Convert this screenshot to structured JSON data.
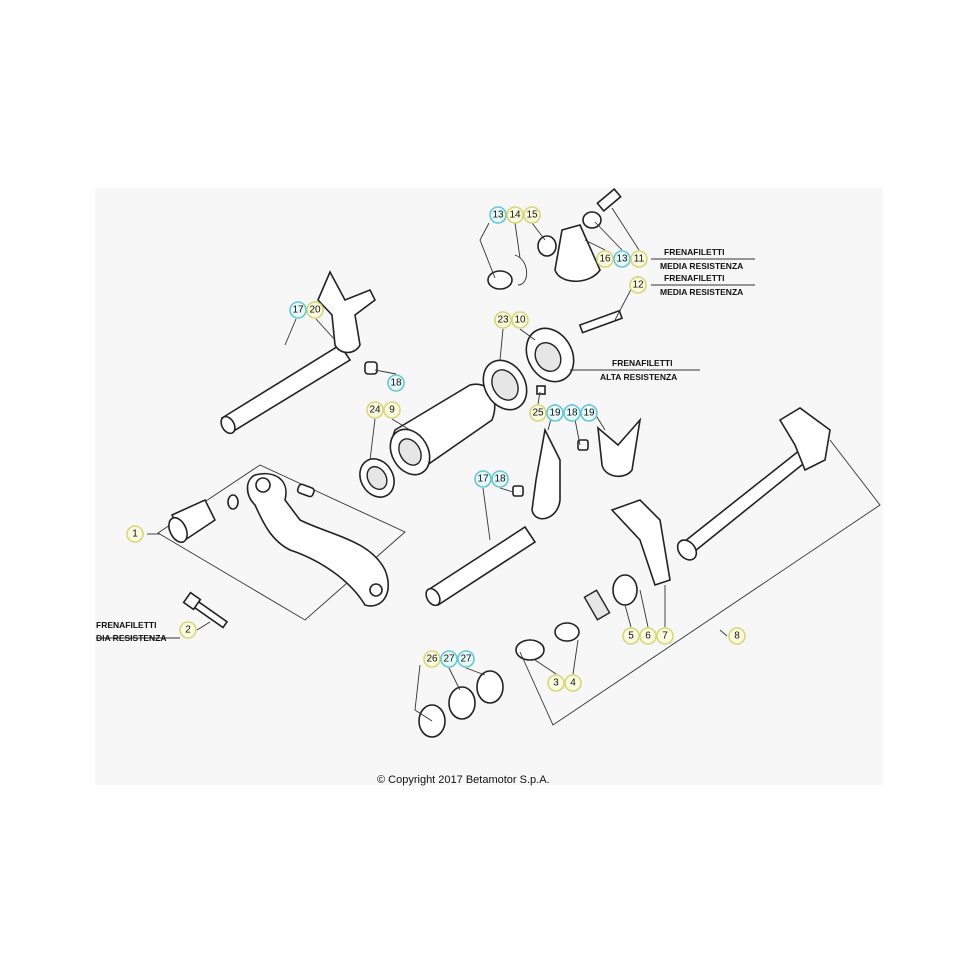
{
  "diagram": {
    "callouts": [
      {
        "number": "13",
        "color": "cyan"
      },
      {
        "number": "14",
        "color": "yellow"
      },
      {
        "number": "15",
        "color": "yellow"
      },
      {
        "number": "16",
        "color": "yellow"
      },
      {
        "number": "13",
        "color": "cyan"
      },
      {
        "number": "11",
        "color": "yellow"
      },
      {
        "number": "12",
        "color": "yellow"
      },
      {
        "number": "17",
        "color": "cyan"
      },
      {
        "number": "20",
        "color": "yellow"
      },
      {
        "number": "23",
        "color": "yellow"
      },
      {
        "number": "10",
        "color": "yellow"
      },
      {
        "number": "18",
        "color": "cyan"
      },
      {
        "number": "24",
        "color": "yellow"
      },
      {
        "number": "9",
        "color": "yellow"
      },
      {
        "number": "25",
        "color": "yellow"
      },
      {
        "number": "19",
        "color": "cyan"
      },
      {
        "number": "18",
        "color": "cyan"
      },
      {
        "number": "19",
        "color": "cyan"
      },
      {
        "number": "17",
        "color": "cyan"
      },
      {
        "number": "18",
        "color": "cyan"
      },
      {
        "number": "1",
        "color": "yellow"
      },
      {
        "number": "2",
        "color": "yellow"
      },
      {
        "number": "5",
        "color": "yellow"
      },
      {
        "number": "6",
        "color": "yellow"
      },
      {
        "number": "7",
        "color": "yellow"
      },
      {
        "number": "8",
        "color": "yellow"
      },
      {
        "number": "26",
        "color": "yellow"
      },
      {
        "number": "27",
        "color": "cyan"
      },
      {
        "number": "27",
        "color": "cyan"
      },
      {
        "number": "3",
        "color": "yellow"
      },
      {
        "number": "4",
        "color": "yellow"
      }
    ],
    "notes": [
      {
        "line1": "FRENAFILETTI",
        "line2": "MEDIA RESISTENZA"
      },
      {
        "line1": "FRENAFILETTI",
        "line2": "MEDIA RESISTENZA"
      },
      {
        "line1": "FRENAFILETTI",
        "line2": "ALTA RESISTENZA"
      },
      {
        "line1": "FRENAFILETTI",
        "line2": "DIA RESISTENZA"
      }
    ],
    "copyright": "© Copyright 2017 Betamotor S.p.A.",
    "colors": {
      "yellow_fill": "#fbfbe0",
      "yellow_stroke": "#d6d67a",
      "cyan_fill": "#e8fafa",
      "cyan_stroke": "#66c6d4"
    }
  }
}
